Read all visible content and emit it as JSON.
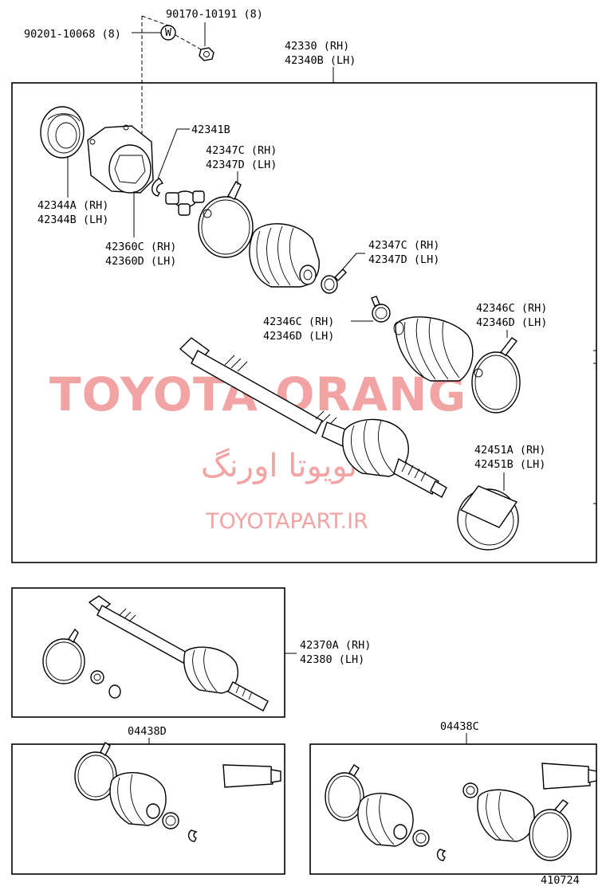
{
  "watermark": {
    "brand": "TOYOTA ORANG",
    "farsi": "تویوتا اورنگ",
    "site": "TOYOTAPART.IR"
  },
  "labels": {
    "nut": "90170-10191 (8)",
    "washer": "90201-10068 (8)",
    "washer_symbol": "W",
    "assembly_rh": "42330 (RH)",
    "assembly_lh": "42340B (LH)",
    "snap_ring": "42341B",
    "clamp_a_rh": "42347C (RH)",
    "clamp_a_lh": "42347D (LH)",
    "dust_cover_rh": "42344A (RH)",
    "dust_cover_lh": "42344B (LH)",
    "tulip_rh": "42360C (RH)",
    "tulip_lh": "42360D (LH)",
    "clamp_b_rh": "42347C (RH)",
    "clamp_b_lh": "42347D (LH)",
    "clamp_c_rh": "42346C (RH)",
    "clamp_c_lh": "42346D (LH)",
    "clamp_d_rh": "42346C (RH)",
    "clamp_d_lh": "42346D (LH)",
    "deflector_rh": "42451A (RH)",
    "deflector_lh": "42451B (LH)",
    "shaft_rh": "42370A (RH)",
    "shaft_lh": "42380 (LH)",
    "kit_inboard": "04438D",
    "kit_outboard": "04438C",
    "figure_number": "410724"
  }
}
